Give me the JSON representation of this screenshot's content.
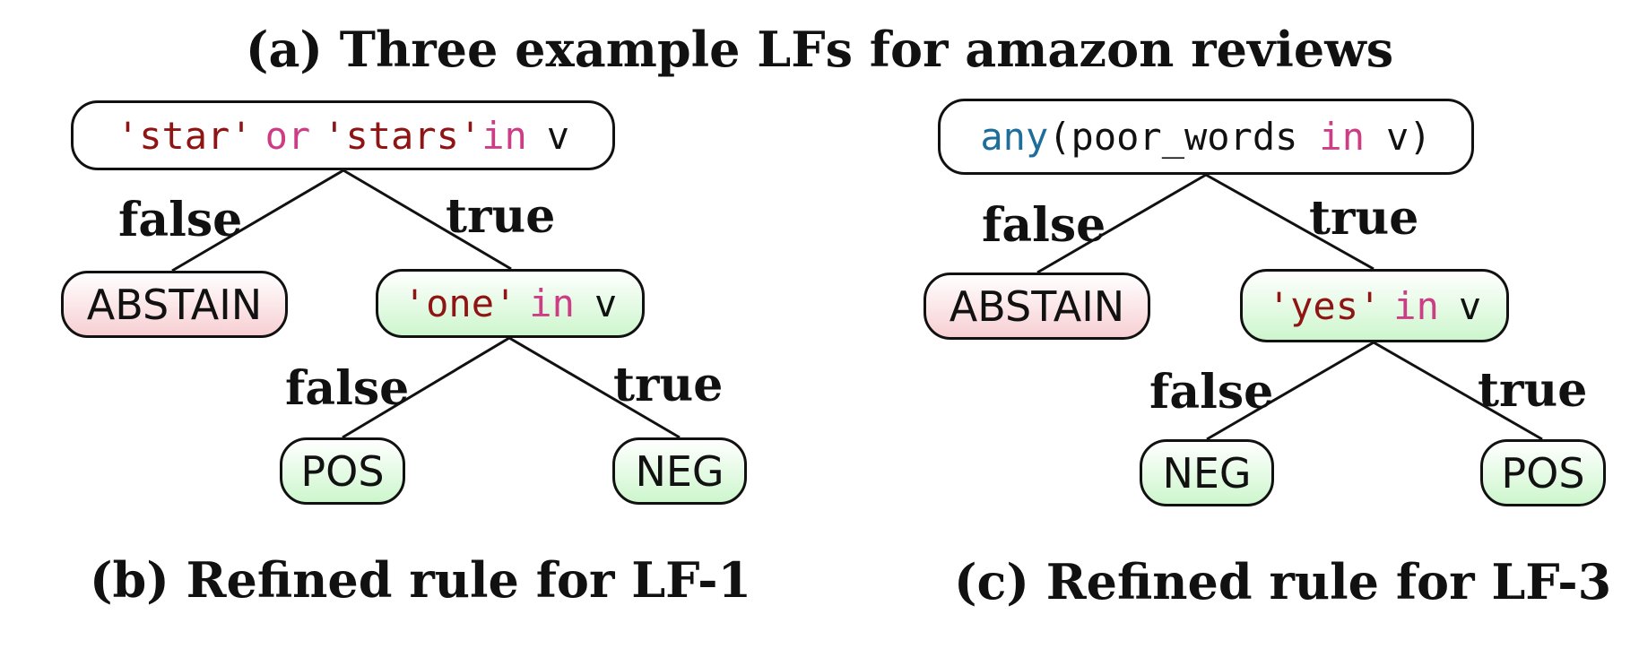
{
  "titles": {
    "a": "(a) Three example LFs for amazon reviews",
    "b": "(b) Refined rule for LF-1",
    "c": "(c) Refined rule for LF-3"
  },
  "tree_left": {
    "root": {
      "str1": "'star'",
      "kw1": "or",
      "str2": "'stars'",
      "kw2": "in",
      "var": "v"
    },
    "left_leaf": "ABSTAIN",
    "mid": {
      "str": "'one'",
      "kw": "in",
      "var": "v"
    },
    "leaf_false": "POS",
    "leaf_true": "NEG",
    "edges": {
      "root_false": "false",
      "root_true": "true",
      "mid_false": "false",
      "mid_true": "true"
    }
  },
  "tree_right": {
    "root": {
      "fn": "any",
      "open": "(",
      "arg": "poor_words",
      "kw": "in",
      "var": "v",
      "close": ")"
    },
    "left_leaf": "ABSTAIN",
    "mid": {
      "str": "'yes'",
      "kw": "in",
      "var": "v"
    },
    "leaf_false": "NEG",
    "leaf_true": "POS",
    "edges": {
      "root_false": "false",
      "root_true": "true",
      "mid_false": "false",
      "mid_true": "true"
    }
  },
  "colors": {
    "string": "#8f1414",
    "keyword": "#cc3d86",
    "function": "#1d6e9a",
    "abstain_fill": "#f7cfd3",
    "label_fill": "#cdf6cd"
  }
}
